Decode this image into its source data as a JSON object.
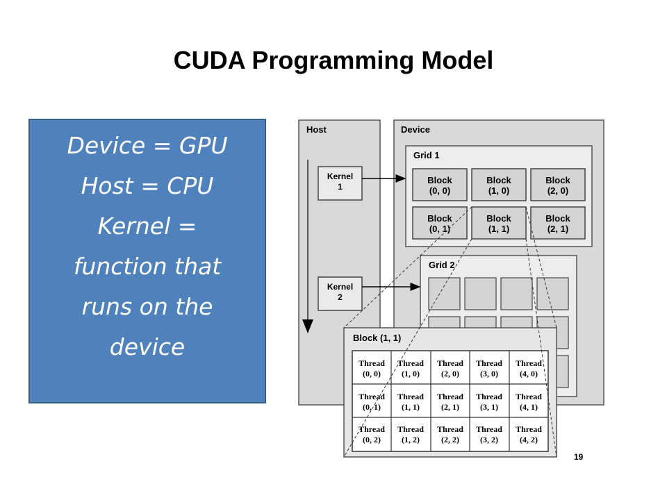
{
  "slide": {
    "title": "CUDA Programming Model",
    "page_number": "19"
  },
  "callout": {
    "lines": [
      "Device = GPU",
      "Host = CPU",
      "Kernel =",
      "function that",
      "runs on the",
      "device"
    ]
  },
  "diagram": {
    "host_label": "Host",
    "device_label": "Device",
    "kernel1": [
      "Kernel",
      "1"
    ],
    "kernel2": [
      "Kernel",
      "2"
    ],
    "grid1_label": "Grid 1",
    "grid2_label": "Grid 2",
    "grid1_blocks": [
      [
        "Block",
        "(0, 0)"
      ],
      [
        "Block",
        "(1, 0)"
      ],
      [
        "Block",
        "(2, 0)"
      ],
      [
        "Block",
        "(0, 1)"
      ],
      [
        "Block",
        "(1, 1)"
      ],
      [
        "Block",
        "(2, 1)"
      ]
    ],
    "block_detail_label": "Block (1, 1)",
    "threads": [
      [
        "Thread",
        "(0, 0)"
      ],
      [
        "Thread",
        "(1, 0)"
      ],
      [
        "Thread",
        "(2, 0)"
      ],
      [
        "Thread",
        "(3, 0)"
      ],
      [
        "Thread",
        "(4, 0)"
      ],
      [
        "Thread",
        "(0, 1)"
      ],
      [
        "Thread",
        "(1, 1)"
      ],
      [
        "Thread",
        "(2, 1)"
      ],
      [
        "Thread",
        "(3, 1)"
      ],
      [
        "Thread",
        "(4, 1)"
      ],
      [
        "Thread",
        "(0, 2)"
      ],
      [
        "Thread",
        "(1, 2)"
      ],
      [
        "Thread",
        "(2, 2)"
      ],
      [
        "Thread",
        "(3, 2)"
      ],
      [
        "Thread",
        "(4, 2)"
      ]
    ]
  }
}
